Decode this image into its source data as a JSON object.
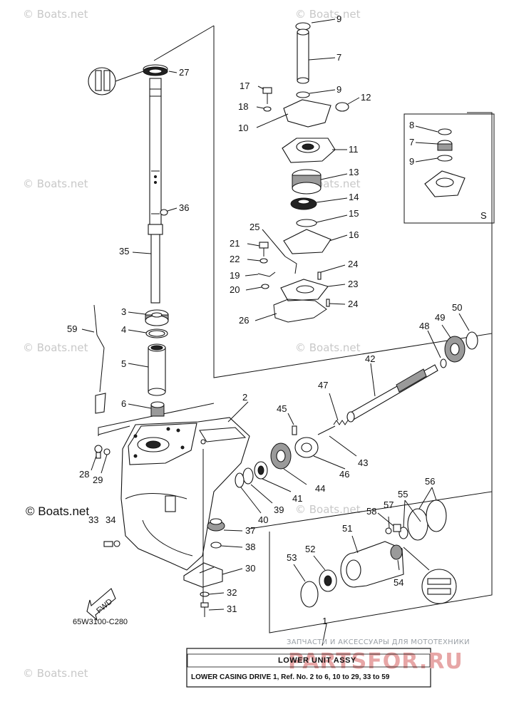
{
  "watermark": {
    "text": "© Boats.net"
  },
  "copyright_label": "© Boats.net",
  "diagram_code": "65W3100-C280",
  "fwd_label": "FWD",
  "inset_label": "S",
  "legend": {
    "title": "LOWER UNIT ASSY",
    "line": "LOWER CASING DRIVE 1, Ref. No. 2 to 6, 10 to 29, 33 to 59",
    "ref_number": "1"
  },
  "ad_overlay": {
    "tagline": "ЗАПЧАСТИ И АКСЕССУАРЫ ДЛЯ МОТОТЕХНИКИ",
    "brand": "PARTSFOR.RU"
  },
  "callouts": [
    "9",
    "7",
    "9",
    "17",
    "18",
    "10",
    "12",
    "11",
    "13",
    "14",
    "15",
    "16",
    "25",
    "21",
    "22",
    "19",
    "20",
    "24",
    "23",
    "24",
    "26",
    "27",
    "36",
    "35",
    "3",
    "4",
    "5",
    "6",
    "59",
    "2",
    "28",
    "29",
    "33",
    "34",
    "37",
    "38",
    "30",
    "32",
    "31",
    "40",
    "39",
    "41",
    "44",
    "46",
    "43",
    "45",
    "47",
    "42",
    "48",
    "49",
    "50",
    "8",
    "7",
    "9",
    "57",
    "58",
    "55",
    "56",
    "51",
    "52",
    "53",
    "54"
  ]
}
